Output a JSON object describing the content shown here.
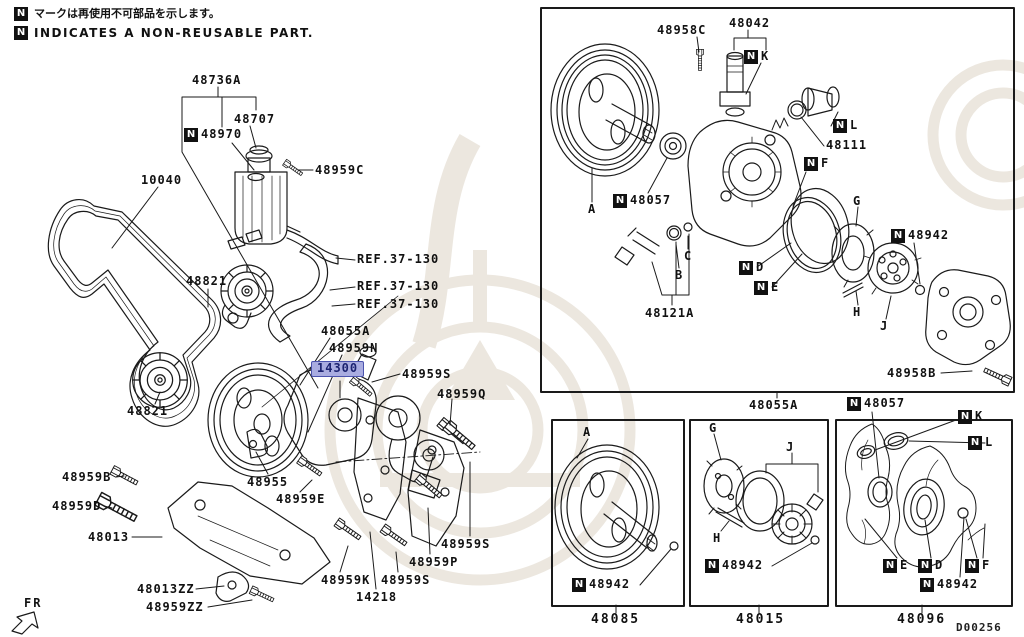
{
  "n_icon": "N",
  "notes": {
    "jp": "マークは再使用不可部品を示します。",
    "en": "INDICATES A NON-REUSABLE PART."
  },
  "fr_label": "FR",
  "doc_code": "D00256",
  "colors": {
    "line": "#1a1a1a",
    "watermark": "#ece7df",
    "highlight_fill": "#a9ace0",
    "highlight_border": "#4b53ae",
    "highlight_text": "#1c2370"
  },
  "highlight": {
    "text": "14300"
  },
  "main": {
    "labels": [
      {
        "text": "48736A"
      },
      {
        "text": "48707"
      },
      {
        "text": "48970",
        "n": true
      },
      {
        "text": "48959C"
      },
      {
        "text": "10040"
      },
      {
        "text": "48821"
      },
      {
        "text": "REF.37-130"
      },
      {
        "text": "REF.37-130"
      },
      {
        "text": "REF.37-130"
      },
      {
        "text": "48055A"
      },
      {
        "text": "48959N"
      },
      {
        "text": "48959S"
      },
      {
        "text": "48959Q"
      },
      {
        "text": "48821"
      },
      {
        "text": "48959B"
      },
      {
        "text": "48959D"
      },
      {
        "text": "48955"
      },
      {
        "text": "48959E"
      },
      {
        "text": "48013"
      },
      {
        "text": "48013ZZ"
      },
      {
        "text": "48959ZZ"
      },
      {
        "text": "48959K"
      },
      {
        "text": "48959S"
      },
      {
        "text": "14218"
      },
      {
        "text": "48959P"
      },
      {
        "text": "48959S"
      }
    ]
  },
  "inset": {
    "labels": [
      {
        "text": "48958C"
      },
      {
        "text": "48042"
      },
      {
        "text": "K",
        "n": true
      },
      {
        "text": "L",
        "n": true
      },
      {
        "text": "48111"
      },
      {
        "text": "F",
        "n": true
      },
      {
        "text": "A"
      },
      {
        "text": "48057",
        "n": true
      },
      {
        "text": "C"
      },
      {
        "text": "B"
      },
      {
        "text": "48121A"
      },
      {
        "text": "D",
        "n": true
      },
      {
        "text": "E",
        "n": true
      },
      {
        "text": "G"
      },
      {
        "text": "H"
      },
      {
        "text": "J"
      },
      {
        "text": "48942",
        "n": true
      },
      {
        "text": "48958B"
      },
      {
        "text": "48055A"
      }
    ]
  },
  "boxes": [
    {
      "caption": "48085",
      "labels": [
        {
          "text": "A"
        },
        {
          "text": "48942",
          "n": true
        }
      ]
    },
    {
      "caption": "48015",
      "labels": [
        {
          "text": "G"
        },
        {
          "text": "J"
        },
        {
          "text": "H"
        },
        {
          "text": "48942",
          "n": true
        }
      ]
    },
    {
      "caption": "48096",
      "labels": [
        {
          "text": "48057",
          "n": true
        },
        {
          "text": "K",
          "n": true
        },
        {
          "text": "L",
          "n": true
        },
        {
          "text": "E",
          "n": true
        },
        {
          "text": "D",
          "n": true
        },
        {
          "text": "F",
          "n": true
        },
        {
          "text": "48942",
          "n": true
        }
      ]
    }
  ]
}
